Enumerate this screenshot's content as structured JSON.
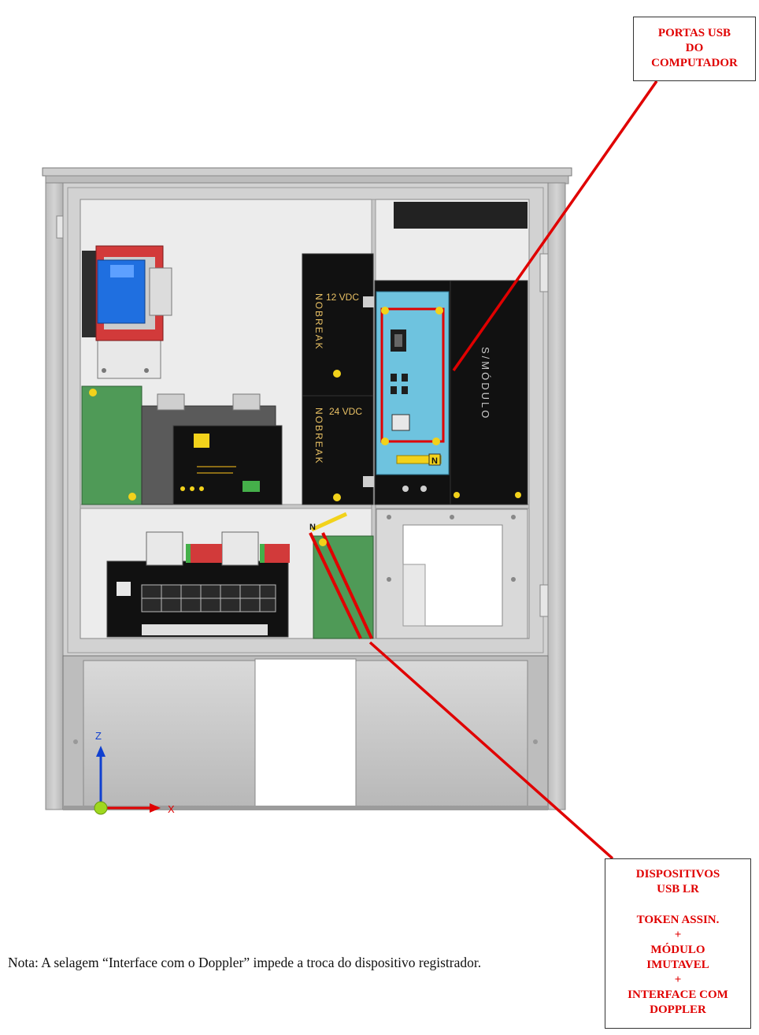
{
  "callouts": {
    "usb_ports": {
      "lines": [
        "PORTAS USB",
        "DO",
        "COMPUTADOR"
      ]
    },
    "usb_devices": {
      "header": [
        "DISPOSITIVOS",
        "USB LR"
      ],
      "items": [
        "TOKEN ASSIN.",
        "+",
        "MÓDULO",
        "IMUTAVEL",
        "+",
        "INTERFACE COM",
        "DOPPLER"
      ]
    }
  },
  "cabinet_labels": {
    "nobreak_12_label": "NOBREAK",
    "nobreak_12_voltage": "12 VDC",
    "nobreak_24_label": "NOBREAK",
    "nobreak_24_voltage": "24 VDC",
    "side_module": "S/MÓDULO",
    "n_mark": "N",
    "axis_z": "Z",
    "axis_x": "X"
  },
  "note": "Nota: A selagem “Interface com o Doppler” impede a troca do dispositivo registrador.",
  "colors": {
    "callout_red": "#e00000",
    "cabinet_gray": "#c9c9c9",
    "panel_black": "#111111",
    "usb_blue": "#6ec3df",
    "pcb_green": "#4f9a57",
    "breaker_blue": "#1f6fe0",
    "seal_yellow": "#f2d21b"
  }
}
